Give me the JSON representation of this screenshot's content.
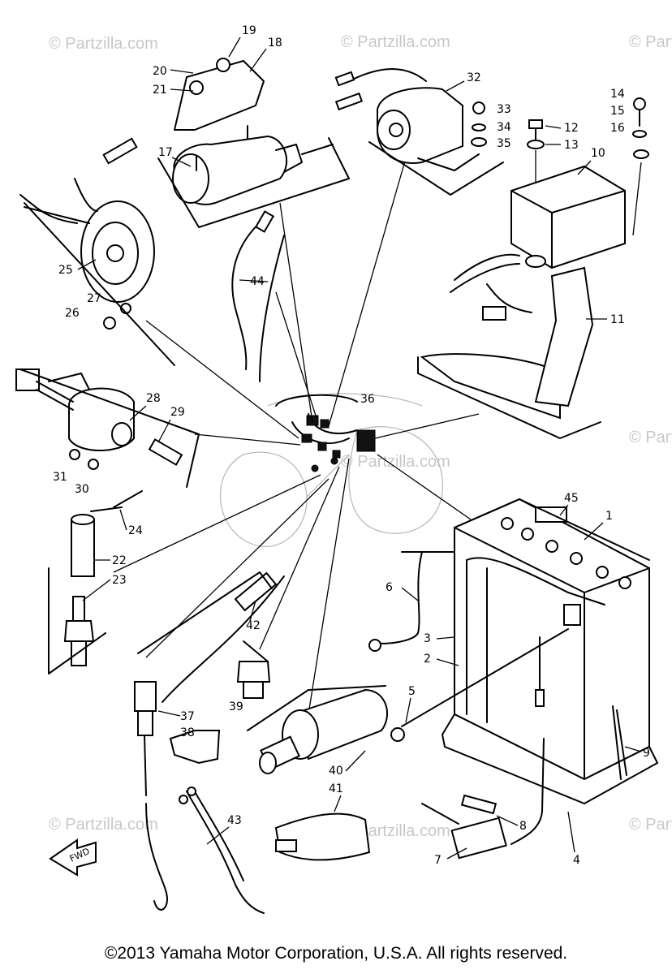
{
  "copyright": "©2013 Yamaha Motor Corporation, U.S.A. All rights reserved.",
  "watermark": "© Partzilla.com",
  "arrow_text": "FWD",
  "parts": {
    "p1": "1",
    "p2": "2",
    "p3": "3",
    "p4": "4",
    "p5": "5",
    "p6": "6",
    "p7": "7",
    "p8": "8",
    "p9": "9",
    "p10": "10",
    "p11": "11",
    "p12": "12",
    "p13": "13",
    "p14": "14",
    "p15": "15",
    "p16": "16",
    "p17": "17",
    "p18": "18",
    "p19": "19",
    "p20": "20",
    "p21": "21",
    "p22": "22",
    "p23": "23",
    "p24": "24",
    "p25": "25",
    "p26": "26",
    "p27": "27",
    "p28": "28",
    "p29": "29",
    "p30": "30",
    "p31": "31",
    "p32": "32",
    "p33": "33",
    "p34": "34",
    "p35": "35",
    "p36": "36",
    "p37": "37",
    "p38": "38",
    "p39": "39",
    "p40": "40",
    "p41": "41",
    "p42": "42",
    "p43": "43",
    "p44": "44",
    "p45": "45"
  }
}
